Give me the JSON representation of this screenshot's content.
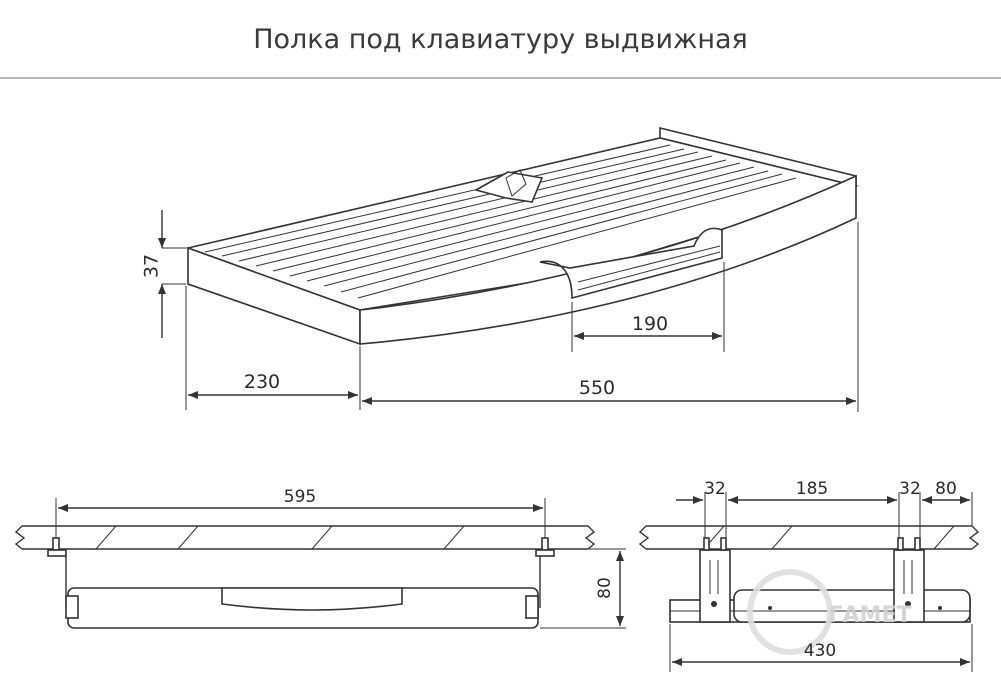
{
  "title": "Полка под клавиатуру выдвижная",
  "dimensions": {
    "top": {
      "height": "37",
      "offset": "230",
      "length": "550",
      "cutout": "190"
    },
    "front": {
      "width": "595",
      "height": "80"
    },
    "side": {
      "d1": "32",
      "d2": "185",
      "d3": "32",
      "d4": "80",
      "length": "430"
    }
  },
  "watermark": "ГАМЕТ"
}
